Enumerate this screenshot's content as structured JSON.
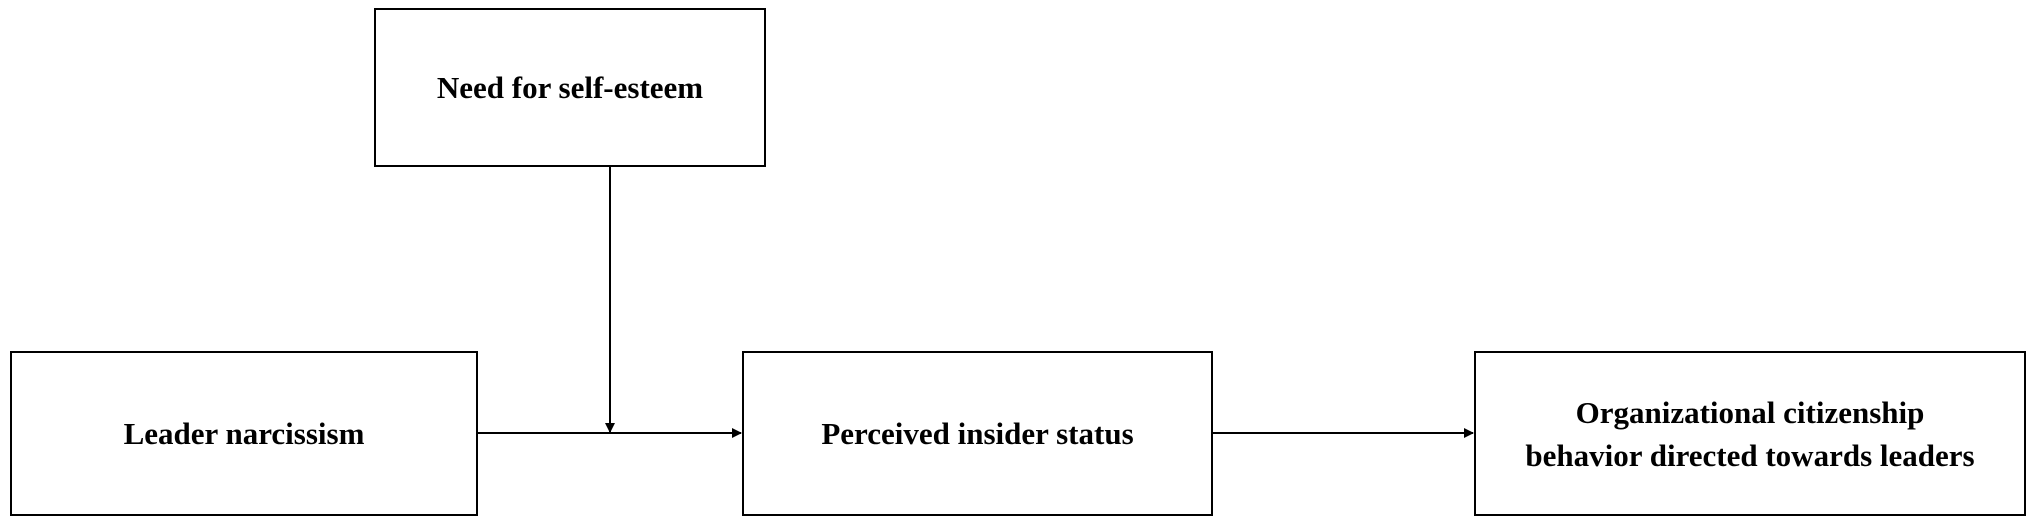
{
  "diagram": {
    "nodes": {
      "moderator": {
        "label": "Need for self-esteem"
      },
      "independent": {
        "label": "Leader narcissism"
      },
      "mediator": {
        "label": "Perceived insider status"
      },
      "dependent": {
        "label": "Organizational citizenship\nbehavior directed towards leaders"
      }
    },
    "edges": [
      {
        "from": "independent",
        "to": "mediator"
      },
      {
        "from": "mediator",
        "to": "dependent"
      },
      {
        "from": "moderator",
        "to": "independent->mediator"
      }
    ],
    "colors": {
      "stroke": "#000000",
      "background": "#ffffff"
    }
  }
}
